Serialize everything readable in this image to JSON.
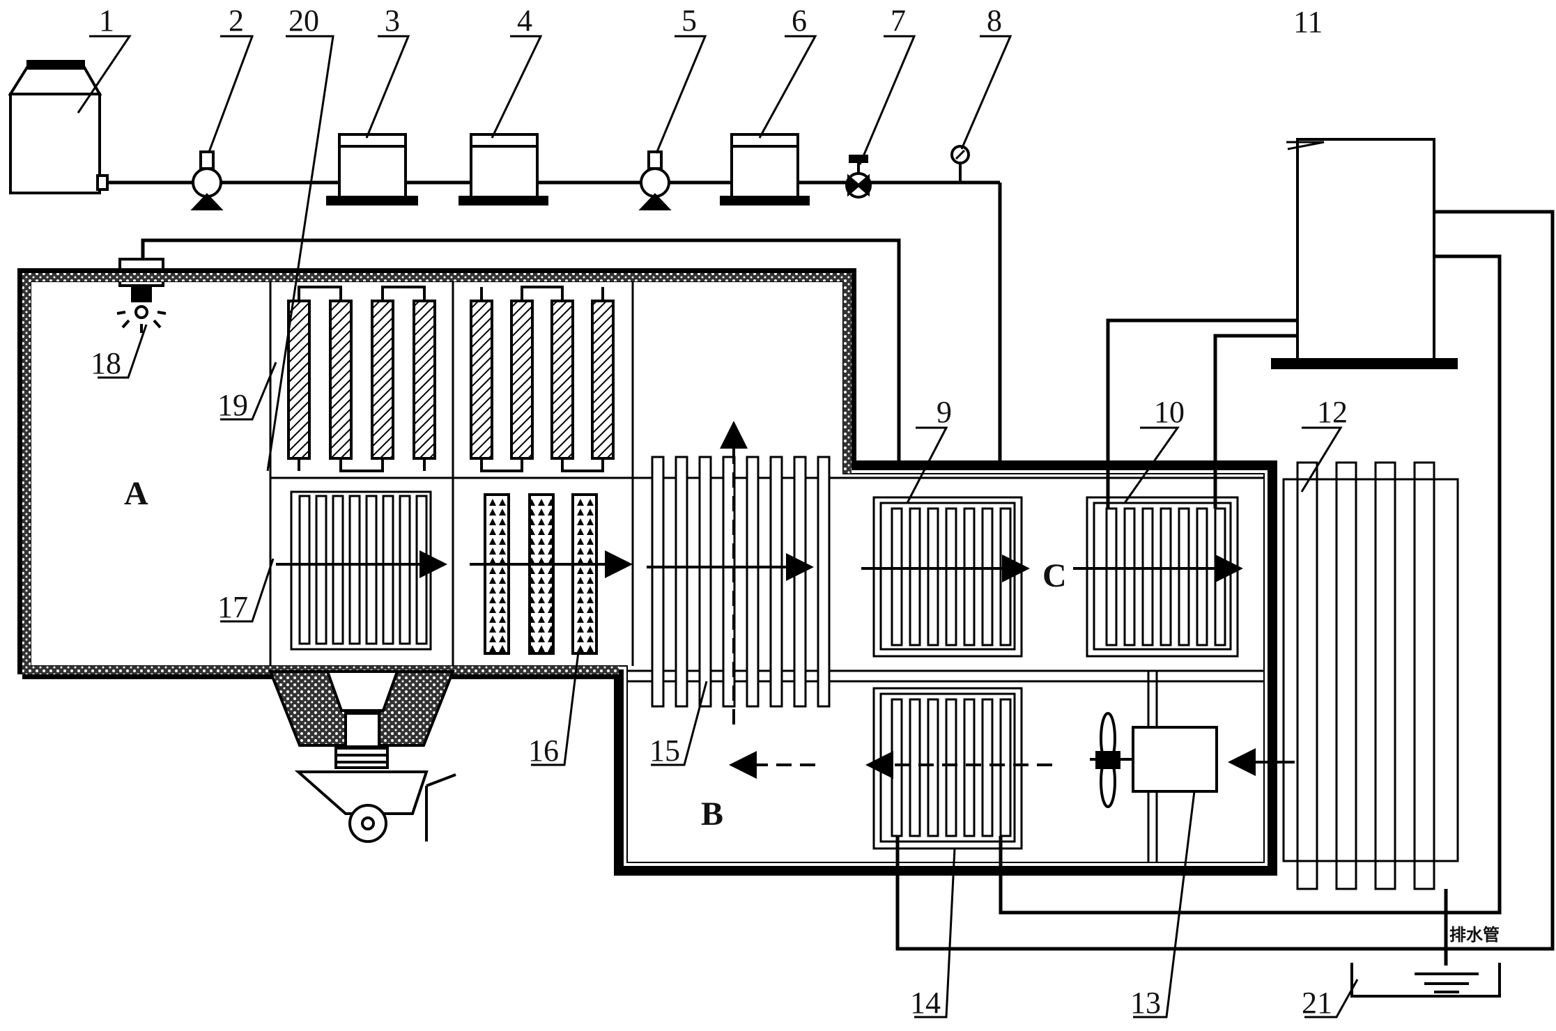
{
  "labels": {
    "n1": "1",
    "n2": "2",
    "n3": "3",
    "n4": "4",
    "n5": "5",
    "n6": "6",
    "n7": "7",
    "n8": "8",
    "n9": "9",
    "n10": "10",
    "n11": "11",
    "n12": "12",
    "n13": "13",
    "n14": "14",
    "n15": "15",
    "n16": "16",
    "n17": "17",
    "n18": "18",
    "n19": "19",
    "n20": "20",
    "n21": "21"
  },
  "zones": {
    "a": "A",
    "b": "B",
    "c": "C"
  },
  "drain_pipe": "排水管"
}
